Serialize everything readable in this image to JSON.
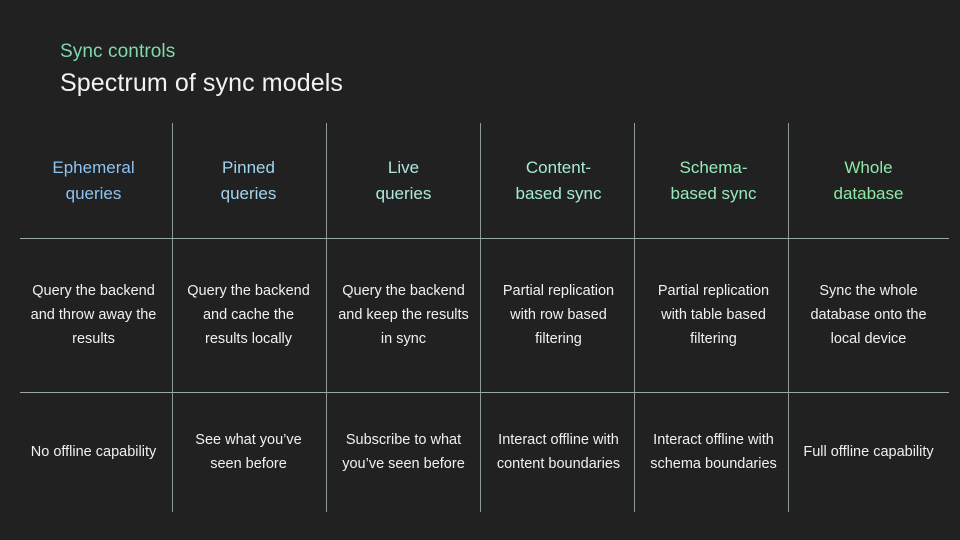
{
  "slide": {
    "eyebrow": "Sync controls",
    "headline": "Spectrum of sync models",
    "background_color": "#212121",
    "eyebrow_color": "#7fd9ad",
    "headline_color": "#f2f2f2",
    "rule_color": "#9aa8a5"
  },
  "table": {
    "columns": [
      {
        "header": "Ephemeral\nqueries",
        "header_color": "#8dc3f0",
        "description": "Query the backend and throw away the results",
        "offline": "No offline capability"
      },
      {
        "header": "Pinned\nqueries",
        "header_color": "#a1d5f0",
        "description": "Query the backend and cache the results locally",
        "offline": "See what you’ve seen before"
      },
      {
        "header": "Live\nqueries",
        "header_color": "#aee8dc",
        "description": "Query the backend and keep the results in sync",
        "offline": "Subscribe to what you’ve seen before"
      },
      {
        "header": "Content-\nbased sync",
        "header_color": "#a4ecce",
        "description": "Partial replication with row based filtering",
        "offline": "Interact offline with content boundaries"
      },
      {
        "header": "Schema-\nbased sync",
        "header_color": "#97eabb",
        "description": "Partial replication with table based filtering",
        "offline": "Interact offline with schema boundaries"
      },
      {
        "header": "Whole\ndatabase",
        "header_color": "#8ee8a6",
        "description": "Sync the whole database onto the local device",
        "offline": "Full offline capability"
      }
    ]
  }
}
